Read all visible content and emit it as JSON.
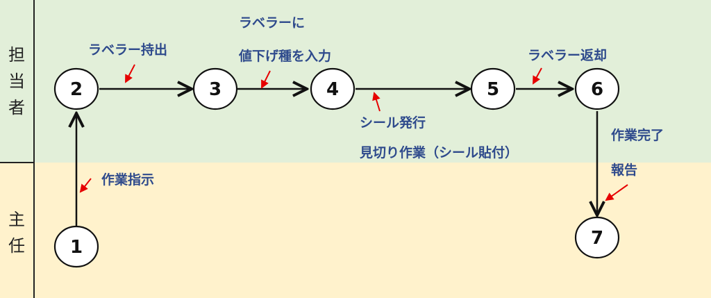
{
  "lanes": {
    "top": {
      "label_chars": [
        "担",
        "当",
        "者"
      ]
    },
    "bottom": {
      "label_chars": [
        "主",
        "任"
      ]
    }
  },
  "nodes": {
    "n1": "1",
    "n2": "2",
    "n3": "3",
    "n4": "4",
    "n5": "5",
    "n6": "6",
    "n7": "7"
  },
  "annotations": {
    "a_1_2": "作業指示",
    "a_2_3": "ラベラー持出",
    "a_3_4_line1": "ラベラーに",
    "a_3_4_line2": "値下げ種を入力",
    "a_4_5_line1": "シール発行",
    "a_4_5_line2": "見切り作業（シール貼付）",
    "a_5_6": "ラベラー返却",
    "a_6_7_line1": "作業完了",
    "a_6_7_line2": "報告"
  },
  "colors": {
    "top_band": "#e2efd9",
    "bottom_band": "#fff2cc",
    "annotation_text": "#2e4a8c",
    "pointer_arrow": "#e60000",
    "flow_arrow": "#111111"
  }
}
